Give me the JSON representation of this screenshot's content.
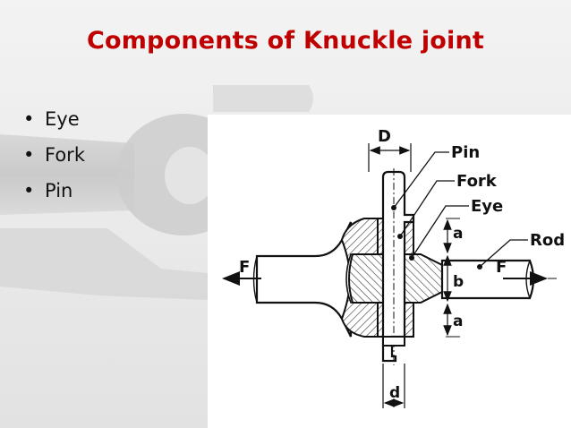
{
  "slide": {
    "title": "Components of Knuckle joint",
    "bullets": [
      {
        "marker": "•",
        "text": "Eye"
      },
      {
        "marker": "•",
        "text": "Fork"
      },
      {
        "marker": "•",
        "text": "Pin"
      }
    ]
  },
  "diagram": {
    "labels": {
      "D": "D",
      "pin": "Pin",
      "fork": "Fork",
      "eye": "Eye",
      "rod": "Rod",
      "force_left": "F",
      "force_right": "F",
      "dim_a_top": "a",
      "dim_b": "b",
      "dim_a_bottom": "a",
      "dim_d": "d"
    }
  },
  "colors": {
    "title": "#c00000",
    "background": "#e9e9e9",
    "hatch": "#333333"
  }
}
